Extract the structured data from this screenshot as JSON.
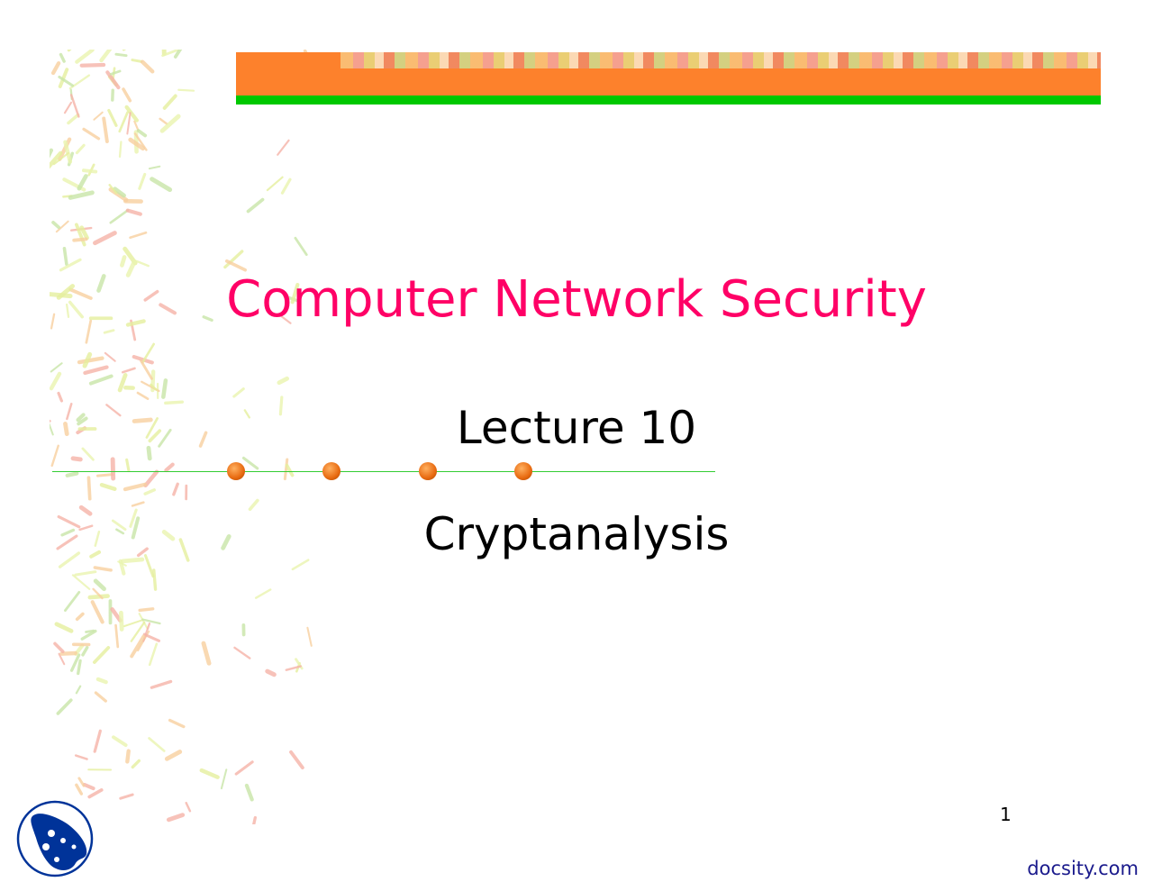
{
  "slide": {
    "title": "Computer Network Security",
    "lecture": "Lecture 10",
    "topic": "Cryptanalysis",
    "page_number": "1"
  },
  "footer": {
    "watermark": "docsity.com"
  },
  "colors": {
    "title": "#ff0066",
    "banner_orange": "#fd812c",
    "banner_green": "#00c800",
    "logo_blue": "#003399"
  }
}
